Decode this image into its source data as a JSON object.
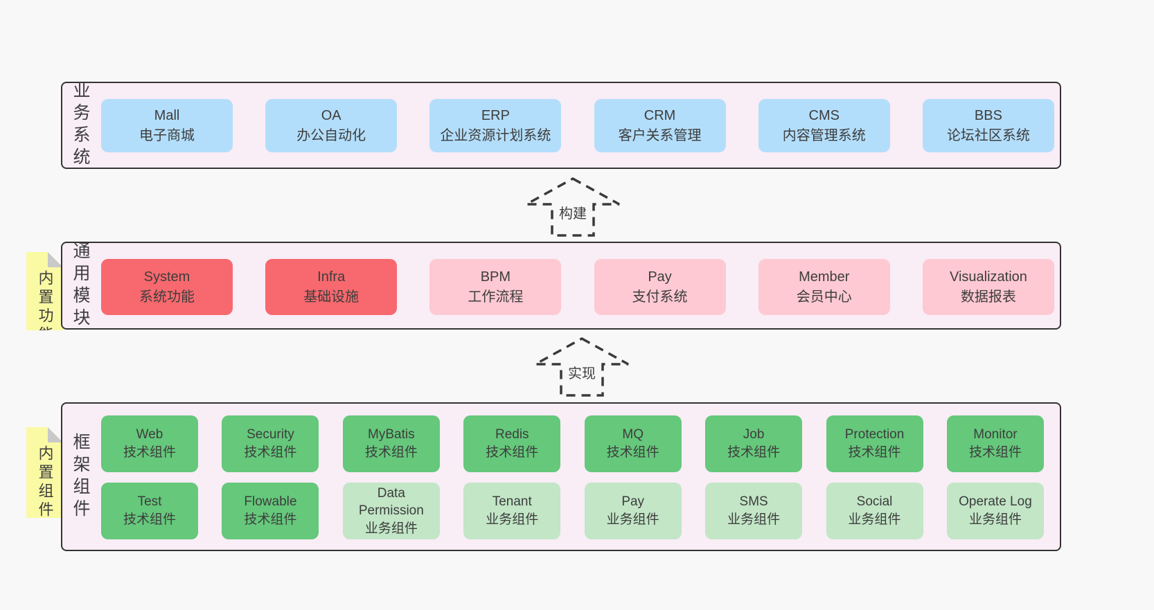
{
  "colors": {
    "page_bg": "#f8f8f8",
    "panel_bg": "#f9edf6",
    "panel_border": "#333333",
    "blue_box": "#b3defb",
    "red_box": "#f7696e",
    "pink_box": "#fec9d2",
    "green_box": "#65c87b",
    "light_green_box": "#c2e6c6",
    "sticky_yellow": "#fafaa4",
    "sticky_fold": "#c9c9c9",
    "text": "#3d3d3d"
  },
  "layers": [
    {
      "name": "business-systems",
      "side_label": "业务系统",
      "boxes": [
        {
          "title": "Mall",
          "subtitle": "电子商城",
          "variant": "blue"
        },
        {
          "title": "OA",
          "subtitle": "办公自动化",
          "variant": "blue"
        },
        {
          "title": "ERP",
          "subtitle": "企业资源计划系统",
          "variant": "blue"
        },
        {
          "title": "CRM",
          "subtitle": "客户关系管理",
          "variant": "blue"
        },
        {
          "title": "CMS",
          "subtitle": "内容管理系统",
          "variant": "blue"
        },
        {
          "title": "BBS",
          "subtitle": "论坛社区系统",
          "variant": "blue"
        }
      ]
    },
    {
      "name": "common-modules",
      "side_label": "通用模块",
      "sticky_label": "内置功能",
      "boxes": [
        {
          "title": "System",
          "subtitle": "系统功能",
          "variant": "red"
        },
        {
          "title": "Infra",
          "subtitle": "基础设施",
          "variant": "red"
        },
        {
          "title": "BPM",
          "subtitle": "工作流程",
          "variant": "pink"
        },
        {
          "title": "Pay",
          "subtitle": "支付系统",
          "variant": "pink"
        },
        {
          "title": "Member",
          "subtitle": "会员中心",
          "variant": "pink"
        },
        {
          "title": "Visualization",
          "subtitle": "数据报表",
          "variant": "pink"
        }
      ]
    },
    {
      "name": "framework-components",
      "side_label": "框架组件",
      "sticky_label": "内置组件",
      "rows": [
        [
          {
            "title": "Web",
            "subtitle": "技术组件",
            "variant": "green"
          },
          {
            "title": "Security",
            "subtitle": "技术组件",
            "variant": "green"
          },
          {
            "title": "MyBatis",
            "subtitle": "技术组件",
            "variant": "green"
          },
          {
            "title": "Redis",
            "subtitle": "技术组件",
            "variant": "green"
          },
          {
            "title": "MQ",
            "subtitle": "技术组件",
            "variant": "green"
          },
          {
            "title": "Job",
            "subtitle": "技术组件",
            "variant": "green"
          },
          {
            "title": "Protection",
            "subtitle": "技术组件",
            "variant": "green"
          },
          {
            "title": "Monitor",
            "subtitle": "技术组件",
            "variant": "green"
          }
        ],
        [
          {
            "title": "Test",
            "subtitle": "技术组件",
            "variant": "green"
          },
          {
            "title": "Flowable",
            "subtitle": "技术组件",
            "variant": "green"
          },
          {
            "title": "Data Permission",
            "subtitle": "业务组件",
            "variant": "lgreen"
          },
          {
            "title": "Tenant",
            "subtitle": "业务组件",
            "variant": "lgreen"
          },
          {
            "title": "Pay",
            "subtitle": "业务组件",
            "variant": "lgreen"
          },
          {
            "title": "SMS",
            "subtitle": "业务组件",
            "variant": "lgreen"
          },
          {
            "title": "Social",
            "subtitle": "业务组件",
            "variant": "lgreen"
          },
          {
            "title": "Operate Log",
            "subtitle": "业务组件",
            "variant": "lgreen"
          }
        ]
      ]
    }
  ],
  "arrows": [
    {
      "label": "构建"
    },
    {
      "label": "实现"
    }
  ]
}
